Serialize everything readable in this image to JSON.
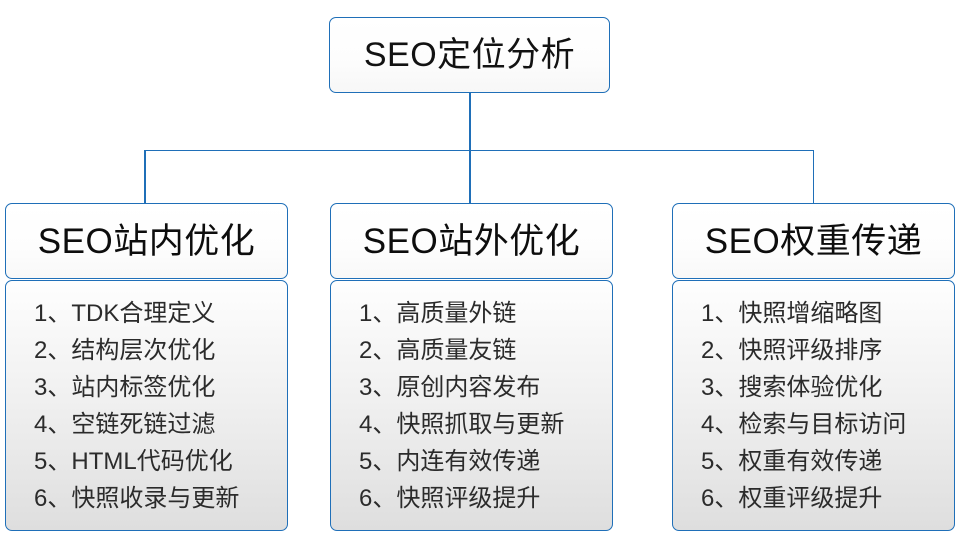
{
  "diagram": {
    "title": "SEO定位分析",
    "root": {
      "label": "SEO定位分析"
    },
    "colors": {
      "border": "#1f6fb8",
      "connector": "#1f6fb8",
      "header_text": "#0d0d0d",
      "body_text": "#2b2b2b",
      "body_gradient_top": "#fefefe",
      "body_gradient_bottom": "#dedede",
      "page_background": "#ffffff"
    },
    "branches": [
      {
        "header": "SEO站内优化",
        "items": [
          {
            "num": "1、",
            "text": "TDK合理定义"
          },
          {
            "num": "2、",
            "text": "结构层次优化"
          },
          {
            "num": "3、",
            "text": "站内标签优化"
          },
          {
            "num": "4、",
            "text": "空链死链过滤"
          },
          {
            "num": "5、",
            "text": "HTML代码优化"
          },
          {
            "num": "6、",
            "text": "快照收录与更新"
          }
        ]
      },
      {
        "header": "SEO站外优化",
        "items": [
          {
            "num": "1、",
            "text": "高质量外链"
          },
          {
            "num": "2、",
            "text": "高质量友链"
          },
          {
            "num": "3、",
            "text": "原创内容发布"
          },
          {
            "num": "4、",
            "text": "快照抓取与更新"
          },
          {
            "num": "5、",
            "text": "内连有效传递"
          },
          {
            "num": "6、",
            "text": "快照评级提升"
          }
        ]
      },
      {
        "header": "SEO权重传递",
        "items": [
          {
            "num": "1、",
            "text": "快照增缩略图"
          },
          {
            "num": "2、",
            "text": "快照评级排序"
          },
          {
            "num": "3、",
            "text": "搜索体验优化"
          },
          {
            "num": "4、",
            "text": "检索与目标访问"
          },
          {
            "num": "5、",
            "text": "权重有效传递"
          },
          {
            "num": "6、",
            "text": "权重评级提升"
          }
        ]
      }
    ]
  }
}
